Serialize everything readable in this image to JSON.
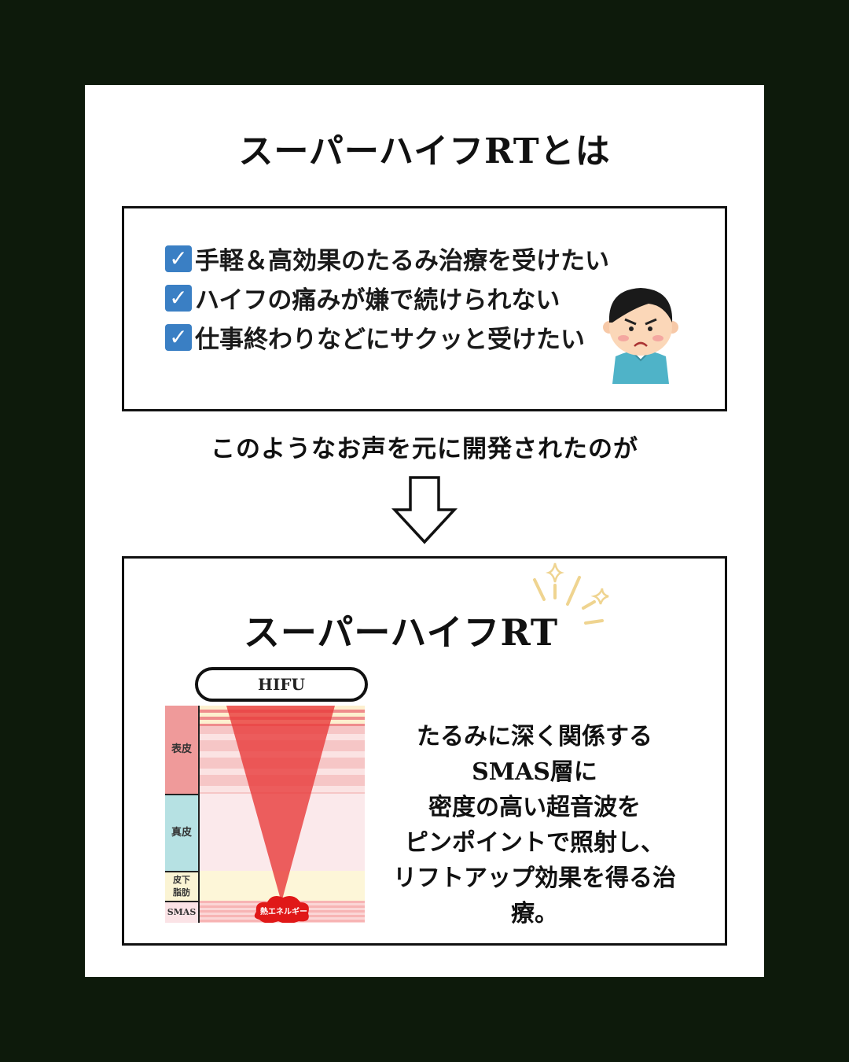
{
  "header": {
    "title": "スーパーハイフRTとは"
  },
  "concerns": {
    "items": [
      "手軽＆高効果のたるみ治療を受けたい",
      "ハイフの痛みが嫌で続けられない",
      "仕事終わりなどにサクッと受けたい"
    ]
  },
  "transition": {
    "text": "このようなお声を元に開発されたのが"
  },
  "product": {
    "title": "スーパーハイフRT",
    "diagram": {
      "hifu_label": "HIFU",
      "layers": [
        "表皮",
        "真皮",
        "皮下脂肪",
        "SMAS"
      ],
      "heat_label": "熱エネルギー"
    },
    "description": [
      "たるみに深く関係する",
      "SMAS層に",
      "密度の高い超音波を",
      "ピンポイントで照射し、",
      "リフトアップ効果を得る治療。"
    ]
  },
  "colors": {
    "background": "#0d1a0b",
    "check": "#3a7fc4",
    "beam": "#e83a3a",
    "sparkle": "#efd490"
  }
}
